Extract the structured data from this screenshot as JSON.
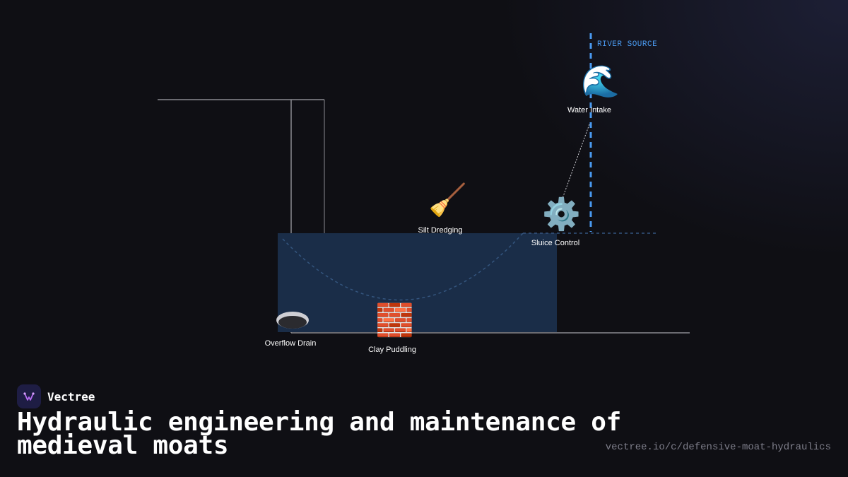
{
  "diagram": {
    "river_label": "RIVER SOURCE",
    "nodes": [
      {
        "id": "water-intake",
        "label": "Water Intake",
        "icon": "wave-icon",
        "glyph": "🌊"
      },
      {
        "id": "silt-dredging",
        "label": "Silt Dredging",
        "icon": "broom-icon",
        "glyph": "🧹"
      },
      {
        "id": "sluice-control",
        "label": "Sluice Control",
        "icon": "gear-icon",
        "glyph": "⚙️"
      },
      {
        "id": "overflow-drain",
        "label": "Overflow Drain",
        "icon": "drain-hole-icon"
      },
      {
        "id": "clay-puddling",
        "label": "Clay Puddling",
        "icon": "brick-icon",
        "glyph": "🧱"
      }
    ],
    "colors": {
      "river": "#4a9af0",
      "moat_fill": "#1a2d48",
      "walls": "#8a8a90",
      "background": "#0f0f14"
    }
  },
  "footer": {
    "brand": "Vectree",
    "title": "Hydraulic engineering and maintenance of medieval moats",
    "url": "vectree.io/c/defensive-moat-hydraulics"
  }
}
